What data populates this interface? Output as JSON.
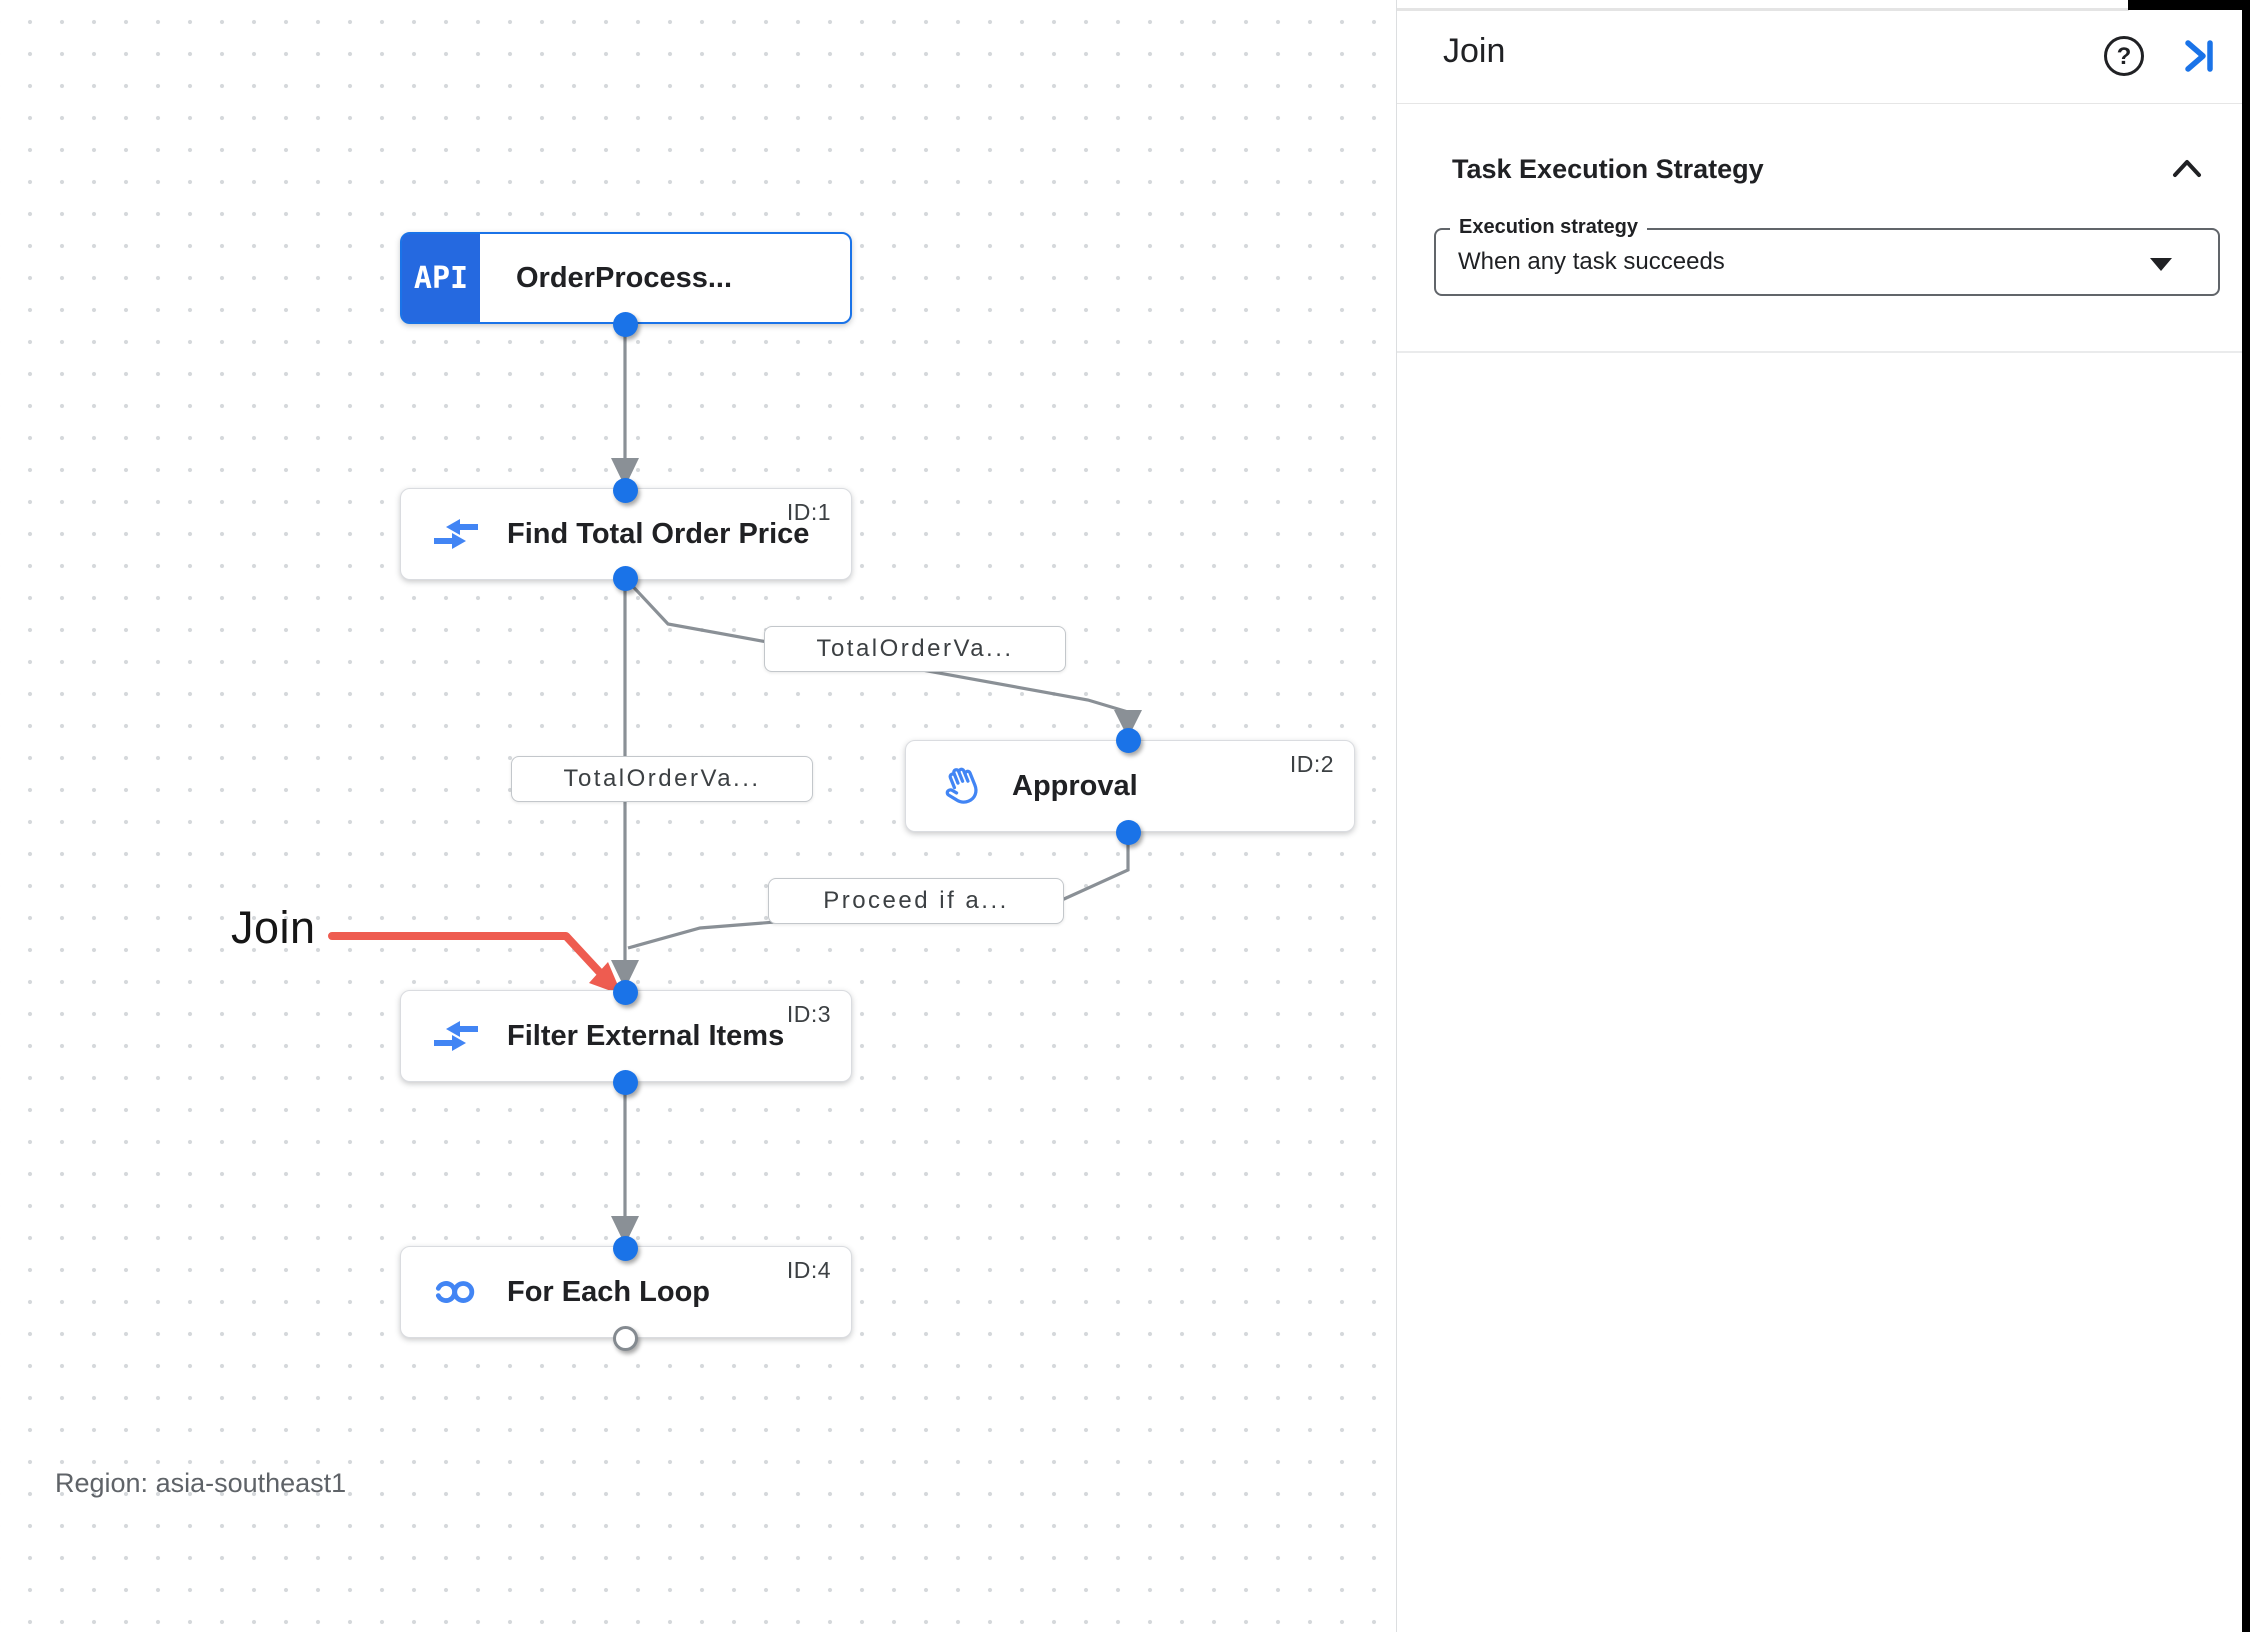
{
  "colors": {
    "accent_blue": "#1a73e8",
    "node_icon_blue": "#4285f4",
    "edge_gray": "#8a9096",
    "annotation_red": "#ee5c50",
    "text_dark": "#202124",
    "text_gray": "#5f6368"
  },
  "canvas": {
    "nodes": [
      {
        "title": "OrderProcess...",
        "badge": "API",
        "icon": "api-icon"
      },
      {
        "title": "Find Total Order Price",
        "id": "ID:1",
        "icon": "data-mapping-icon"
      },
      {
        "title": "Approval",
        "id": "ID:2",
        "icon": "approval-hand-icon"
      },
      {
        "title": "Filter External Items",
        "id": "ID:3",
        "icon": "data-mapping-icon"
      },
      {
        "title": "For Each Loop",
        "id": "ID:4",
        "icon": "for-each-loop-icon"
      }
    ],
    "edge_labels": [
      "TotalOrderVa...",
      "TotalOrderVa...",
      "Proceed if a..."
    ],
    "annotation": "Join",
    "region": "Region: asia-southeast1"
  },
  "panel": {
    "title": "Join",
    "icons": [
      "help-icon",
      "collapse-right-icon"
    ],
    "section": {
      "title": "Task Execution Strategy",
      "icon": "chevron-up-icon"
    },
    "field": {
      "label": "Execution strategy",
      "value": "When any task succeeds"
    }
  }
}
